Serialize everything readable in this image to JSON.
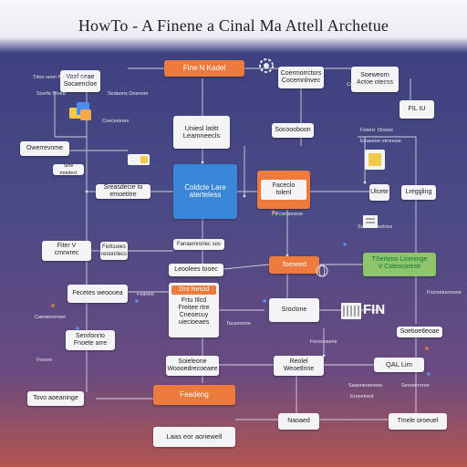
{
  "title": "HowTo - A Finene a Cinal Ma Attell Archetue",
  "nodes": {
    "top_center": "Fine N Kadel",
    "top_mid_right": "Coermorrctors Cocemnlnvec",
    "top_far_right": "Soeweorn Actoe otecss",
    "left_top": "Vaaf ceae Socaencloe",
    "left_overview": "Owerrevnme",
    "left_model": "Sine moidecl",
    "tool_center_a": "Uniesl latitt Leamneecls",
    "side_right_a": "Socoooboon",
    "side_right_b": "FIL IU",
    "left_mid": "Sreasdecie to emoetitre",
    "blue_main": "Coldcte Lare aterteless",
    "orange_mid": "Faceclo tolenl",
    "right_small_a": "Ulcete",
    "right_small_b": "Lreggling",
    "left_fine": "Fiter V",
    "left_fine_sub": "cmrwrec",
    "left_eval": "Fiofcuees reoonrlecs",
    "mid_label": "Fanaemroriec sos",
    "mid_node": "Leoolees tooec",
    "orange_rect": "Toeneed",
    "green_node_line1": "TSerteiro Liceninge",
    "green_node_line2": "V Coteocorestr",
    "fine_tune": "Fecetes weoooea",
    "center_stack_head": "Zrnl Netcid",
    "center_stack_body": "Frtu IIlcd Freitee rtre Cneoecuy uiecioeaes",
    "slider_node": "Sroclone",
    "right_text": "Soetioetleoae",
    "left_lower": "Senrlonrio Fnoete arre",
    "center_lower": "Soieleone Woooedrecoeaee",
    "right_lower": "Reolel Weoetlnne",
    "qal_node": "QAL Lim",
    "bottom_left": "Tovo aoeaninge",
    "bottom_center_head": "Feadeng",
    "bottom_center_body": "Laas eor aoriewell",
    "bottom_mid_right": "Naoaed",
    "bottom_right": "Tmele oroeuel",
    "fin_label": "FIN"
  },
  "labels": [
    "Tdoo seon Naroosotnesr",
    "Scerfe Stoed",
    "Sedaons Onenom",
    "Ceeaeaneeee Fteor",
    "Fetere: Oreeet",
    "Eeaeeoe otrorewe",
    "Coeceeinee",
    "FIFcoraeneoe",
    "Saoeaeneelnos",
    "Tacanoone",
    "Fnanoe",
    "Fiucnetuesrane",
    "Ferooeaene",
    "Caewiorereeo",
    "Saaonenoneee",
    "Seroeernroe",
    "Erooeteed",
    "Fnoore"
  ],
  "colors": {
    "orange": "#ee7b3e",
    "blue": "#3a86d8",
    "green": "#8ec46a",
    "node_bg": "#f4f4f6",
    "wire": "#ffffff"
  },
  "icons": [
    "folder-stack-icon",
    "gear-icon",
    "document-icon",
    "database-icon",
    "chip-icon",
    "globe-icon",
    "server-rack-icon"
  ]
}
